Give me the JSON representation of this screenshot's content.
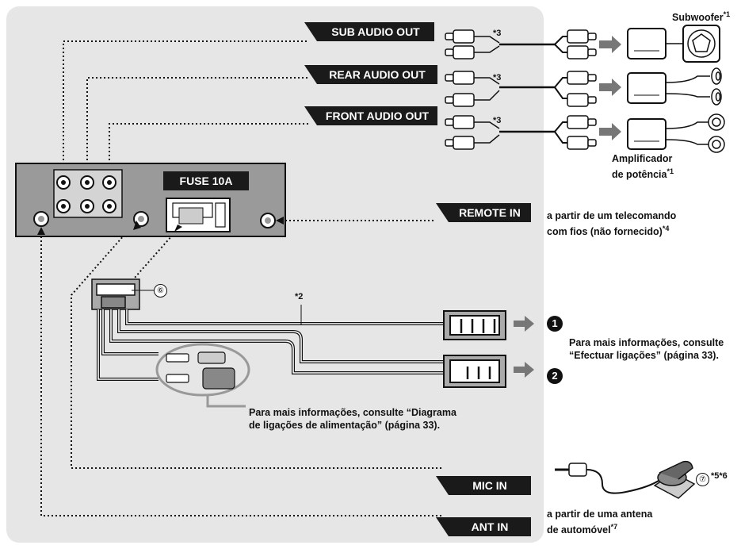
{
  "ports": {
    "sub_audio_out": "SUB AUDIO OUT",
    "rear_audio_out": "REAR AUDIO OUT",
    "front_audio_out": "FRONT AUDIO OUT",
    "fuse": "FUSE 10A",
    "remote_in": "REMOTE IN",
    "mic_in": "MIC IN",
    "ant_in": "ANT IN"
  },
  "labels": {
    "subwoofer": "Subwoofer",
    "subwoofer_note": "*1",
    "amp_line1": "Amplificador",
    "amp_line2": "de potência",
    "amp_note": "*1",
    "remote_line1": "a partir de um telecomando",
    "remote_line2": "com fios (não fornecido)",
    "remote_note": "*4",
    "info_line1": "Para mais informações, consulte",
    "info_line2": "“Efectuar ligações” (página 33).",
    "power_line1": "Para mais informações, consulte “Diagrama",
    "power_line2": "de ligações de alimentação” (página 33).",
    "ant_line1": "a partir de uma antena",
    "ant_line2": "de automóvel",
    "ant_note": "*7"
  },
  "callouts": {
    "rca_sub": "*3",
    "rca_rear": "*3",
    "rca_front": "*3",
    "harness": "*2",
    "part6": "⑥",
    "part7": "⑦",
    "mic_notes": "*5*6"
  },
  "connector_numbers": [
    "1",
    "2"
  ]
}
